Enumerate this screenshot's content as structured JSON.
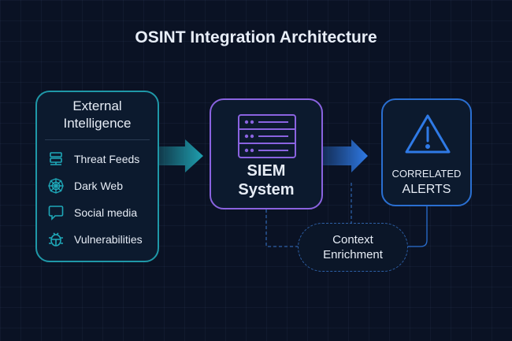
{
  "title": "OSINT Integration Architecture",
  "external": {
    "title_line1": "External",
    "title_line2": "Intelligence",
    "items": [
      {
        "label": "Threat Feeds",
        "icon": "server-stack-icon"
      },
      {
        "label": "Dark Web",
        "icon": "spider-web-icon"
      },
      {
        "label": "Social media",
        "icon": "chat-bubble-icon"
      },
      {
        "label": "Vulnerabilities",
        "icon": "bug-icon"
      }
    ]
  },
  "siem": {
    "line1": "SIEM",
    "line2": "System",
    "icon": "server-rack-icon"
  },
  "alerts": {
    "line1": "CORRELATED",
    "line2": "ALERTS",
    "icon": "warning-triangle-icon"
  },
  "context": {
    "line1": "Context",
    "line2": "Enrichment"
  },
  "colors": {
    "teal": "#1f98a8",
    "purple": "#8a63e0",
    "blue": "#2a6fd1"
  }
}
